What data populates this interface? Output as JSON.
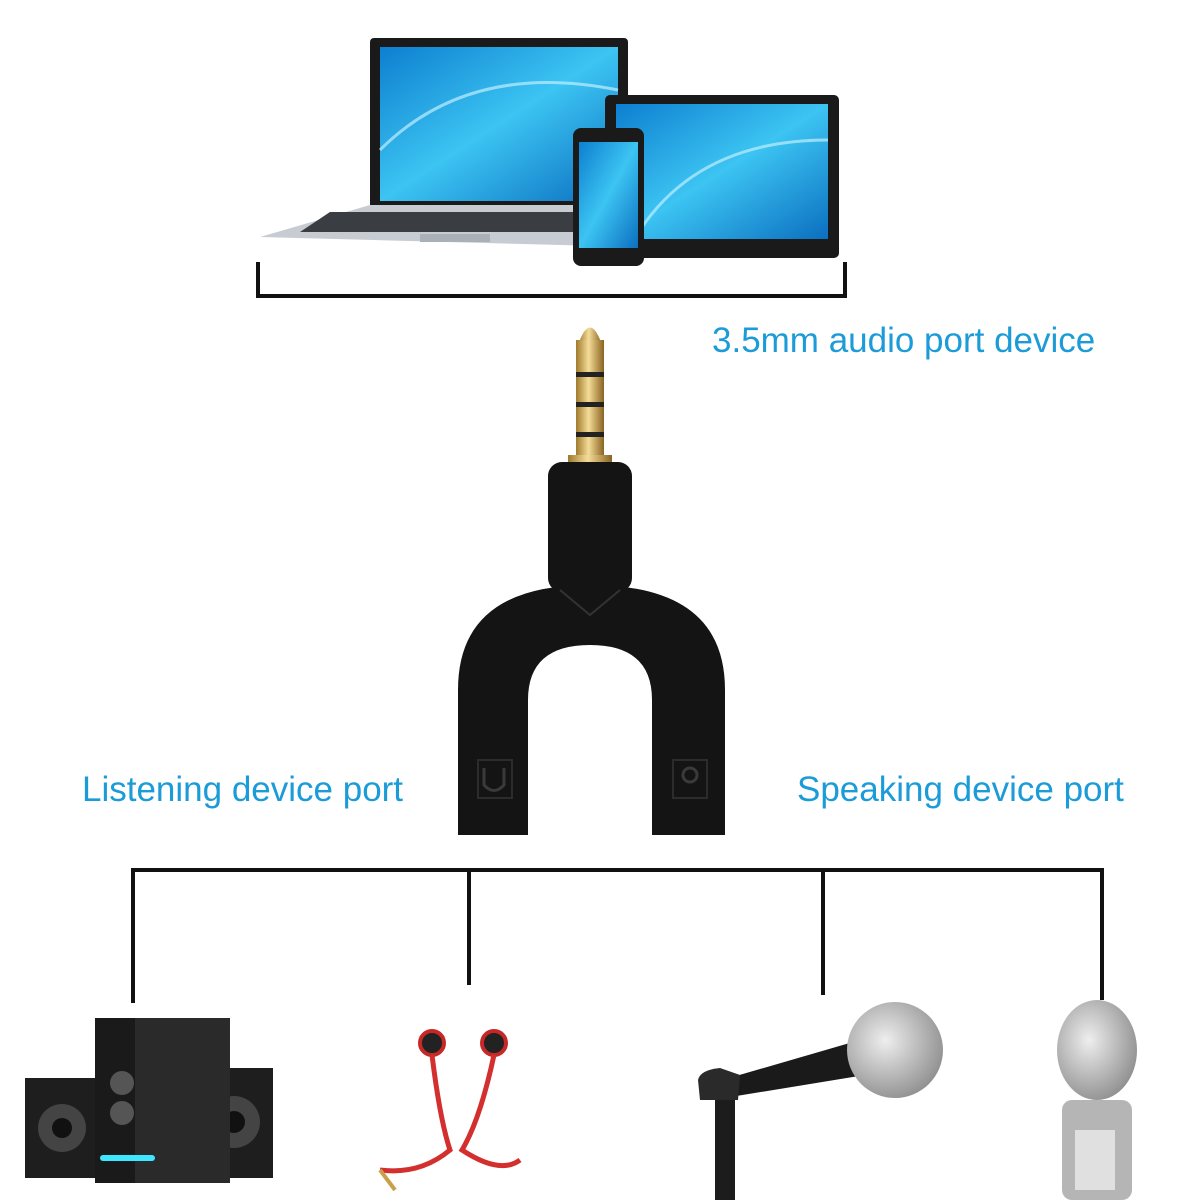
{
  "labels": {
    "source": "3.5mm audio port device",
    "listening": "Listening device port",
    "speaking": "Speaking device port"
  },
  "colors": {
    "label": "#1b9bd7",
    "line": "#111111",
    "screen": "#1fa8e6",
    "adapter": "#141414",
    "gold": "#d9b25a"
  },
  "icons": [
    "laptop-icon",
    "tablet-icon",
    "phone-icon",
    "audio-plug-icon",
    "headphone-port-icon",
    "microphone-port-icon",
    "speaker-system-icon",
    "earphones-icon",
    "handheld-microphone-icon",
    "studio-microphone-icon"
  ]
}
